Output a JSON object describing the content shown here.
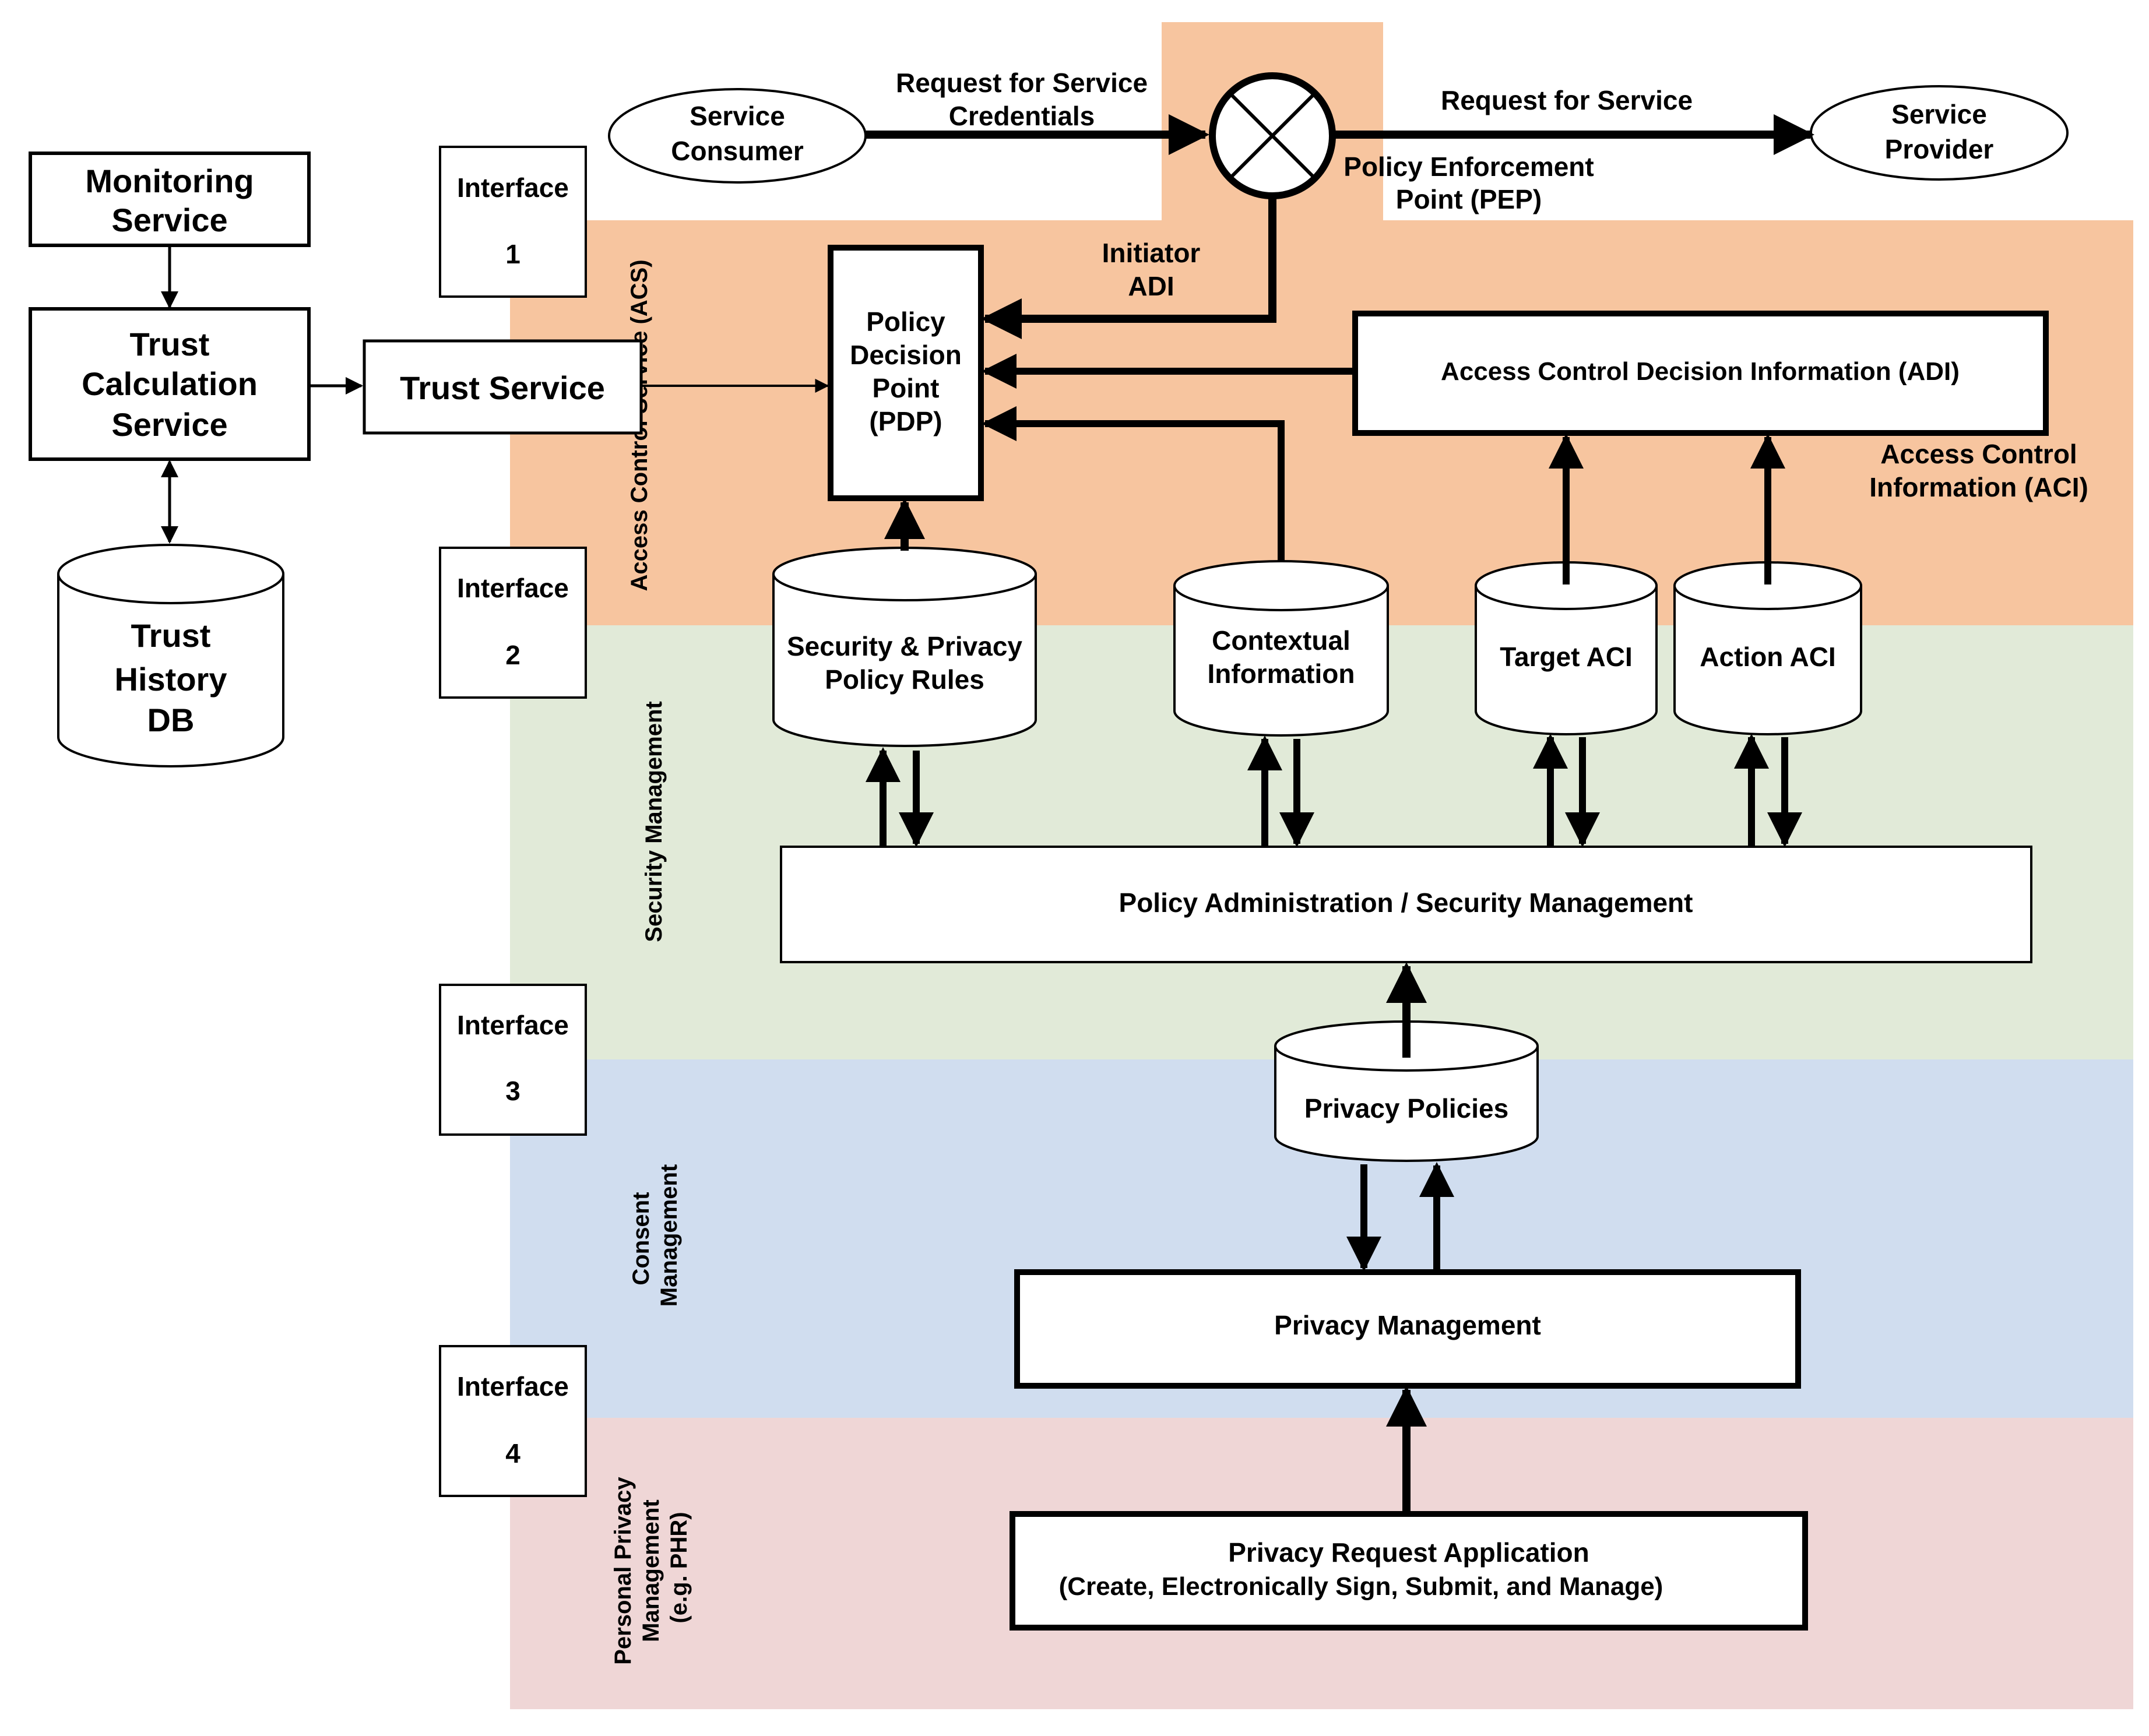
{
  "zones": {
    "acs": "Access Control Service (ACS)",
    "security": "Security Management",
    "consent": [
      "Consent",
      "Management"
    ],
    "personal": [
      "Personal Privacy",
      "Management",
      "(e.g. PHR)"
    ]
  },
  "interfaces": {
    "i1": [
      "Interface",
      "1"
    ],
    "i2": [
      "Interface",
      "2"
    ],
    "i3": [
      "Interface",
      "3"
    ],
    "i4": [
      "Interface",
      "4"
    ]
  },
  "left": {
    "monitoring": [
      "Monitoring",
      "Service"
    ],
    "trust_calc": [
      "Trust",
      "Calculation",
      "Service"
    ],
    "trust_db": [
      "Trust",
      "History",
      "DB"
    ],
    "trust_service": "Trust Service"
  },
  "top": {
    "consumer": [
      "Service",
      "Consumer"
    ],
    "provider": [
      "Service",
      "Provider"
    ],
    "req_credentials": [
      "Request for Service",
      "Credentials"
    ],
    "req_service": "Request for Service",
    "pep": [
      "Policy Enforcement",
      "Point (PEP)"
    ],
    "initiator": [
      "Initiator",
      "ADI"
    ]
  },
  "core": {
    "pdp": [
      "Policy",
      "Decision",
      "Point",
      "(PDP)"
    ],
    "adi": "Access Control Decision Information (ADI)",
    "aci": [
      "Access Control",
      "Information (ACI)"
    ],
    "rules": [
      "Security & Privacy",
      "Policy Rules"
    ],
    "contextual": [
      "Contextual",
      "Information"
    ],
    "target": "Target ACI",
    "action": "Action ACI",
    "admin": "Policy Administration / Security Management",
    "privacy_policies": "Privacy Policies",
    "privacy_mgmt": "Privacy Management",
    "privacy_app": [
      "Privacy Request Application",
      "(Create, Electronically Sign, Submit, and Manage)"
    ]
  },
  "colors": {
    "acs_zone": "#F7C59F",
    "security_zone": "#E1EAD8",
    "consent_zone": "#D0DDEF",
    "personal_zone": "#EFD6D6",
    "stroke": "#000000"
  }
}
